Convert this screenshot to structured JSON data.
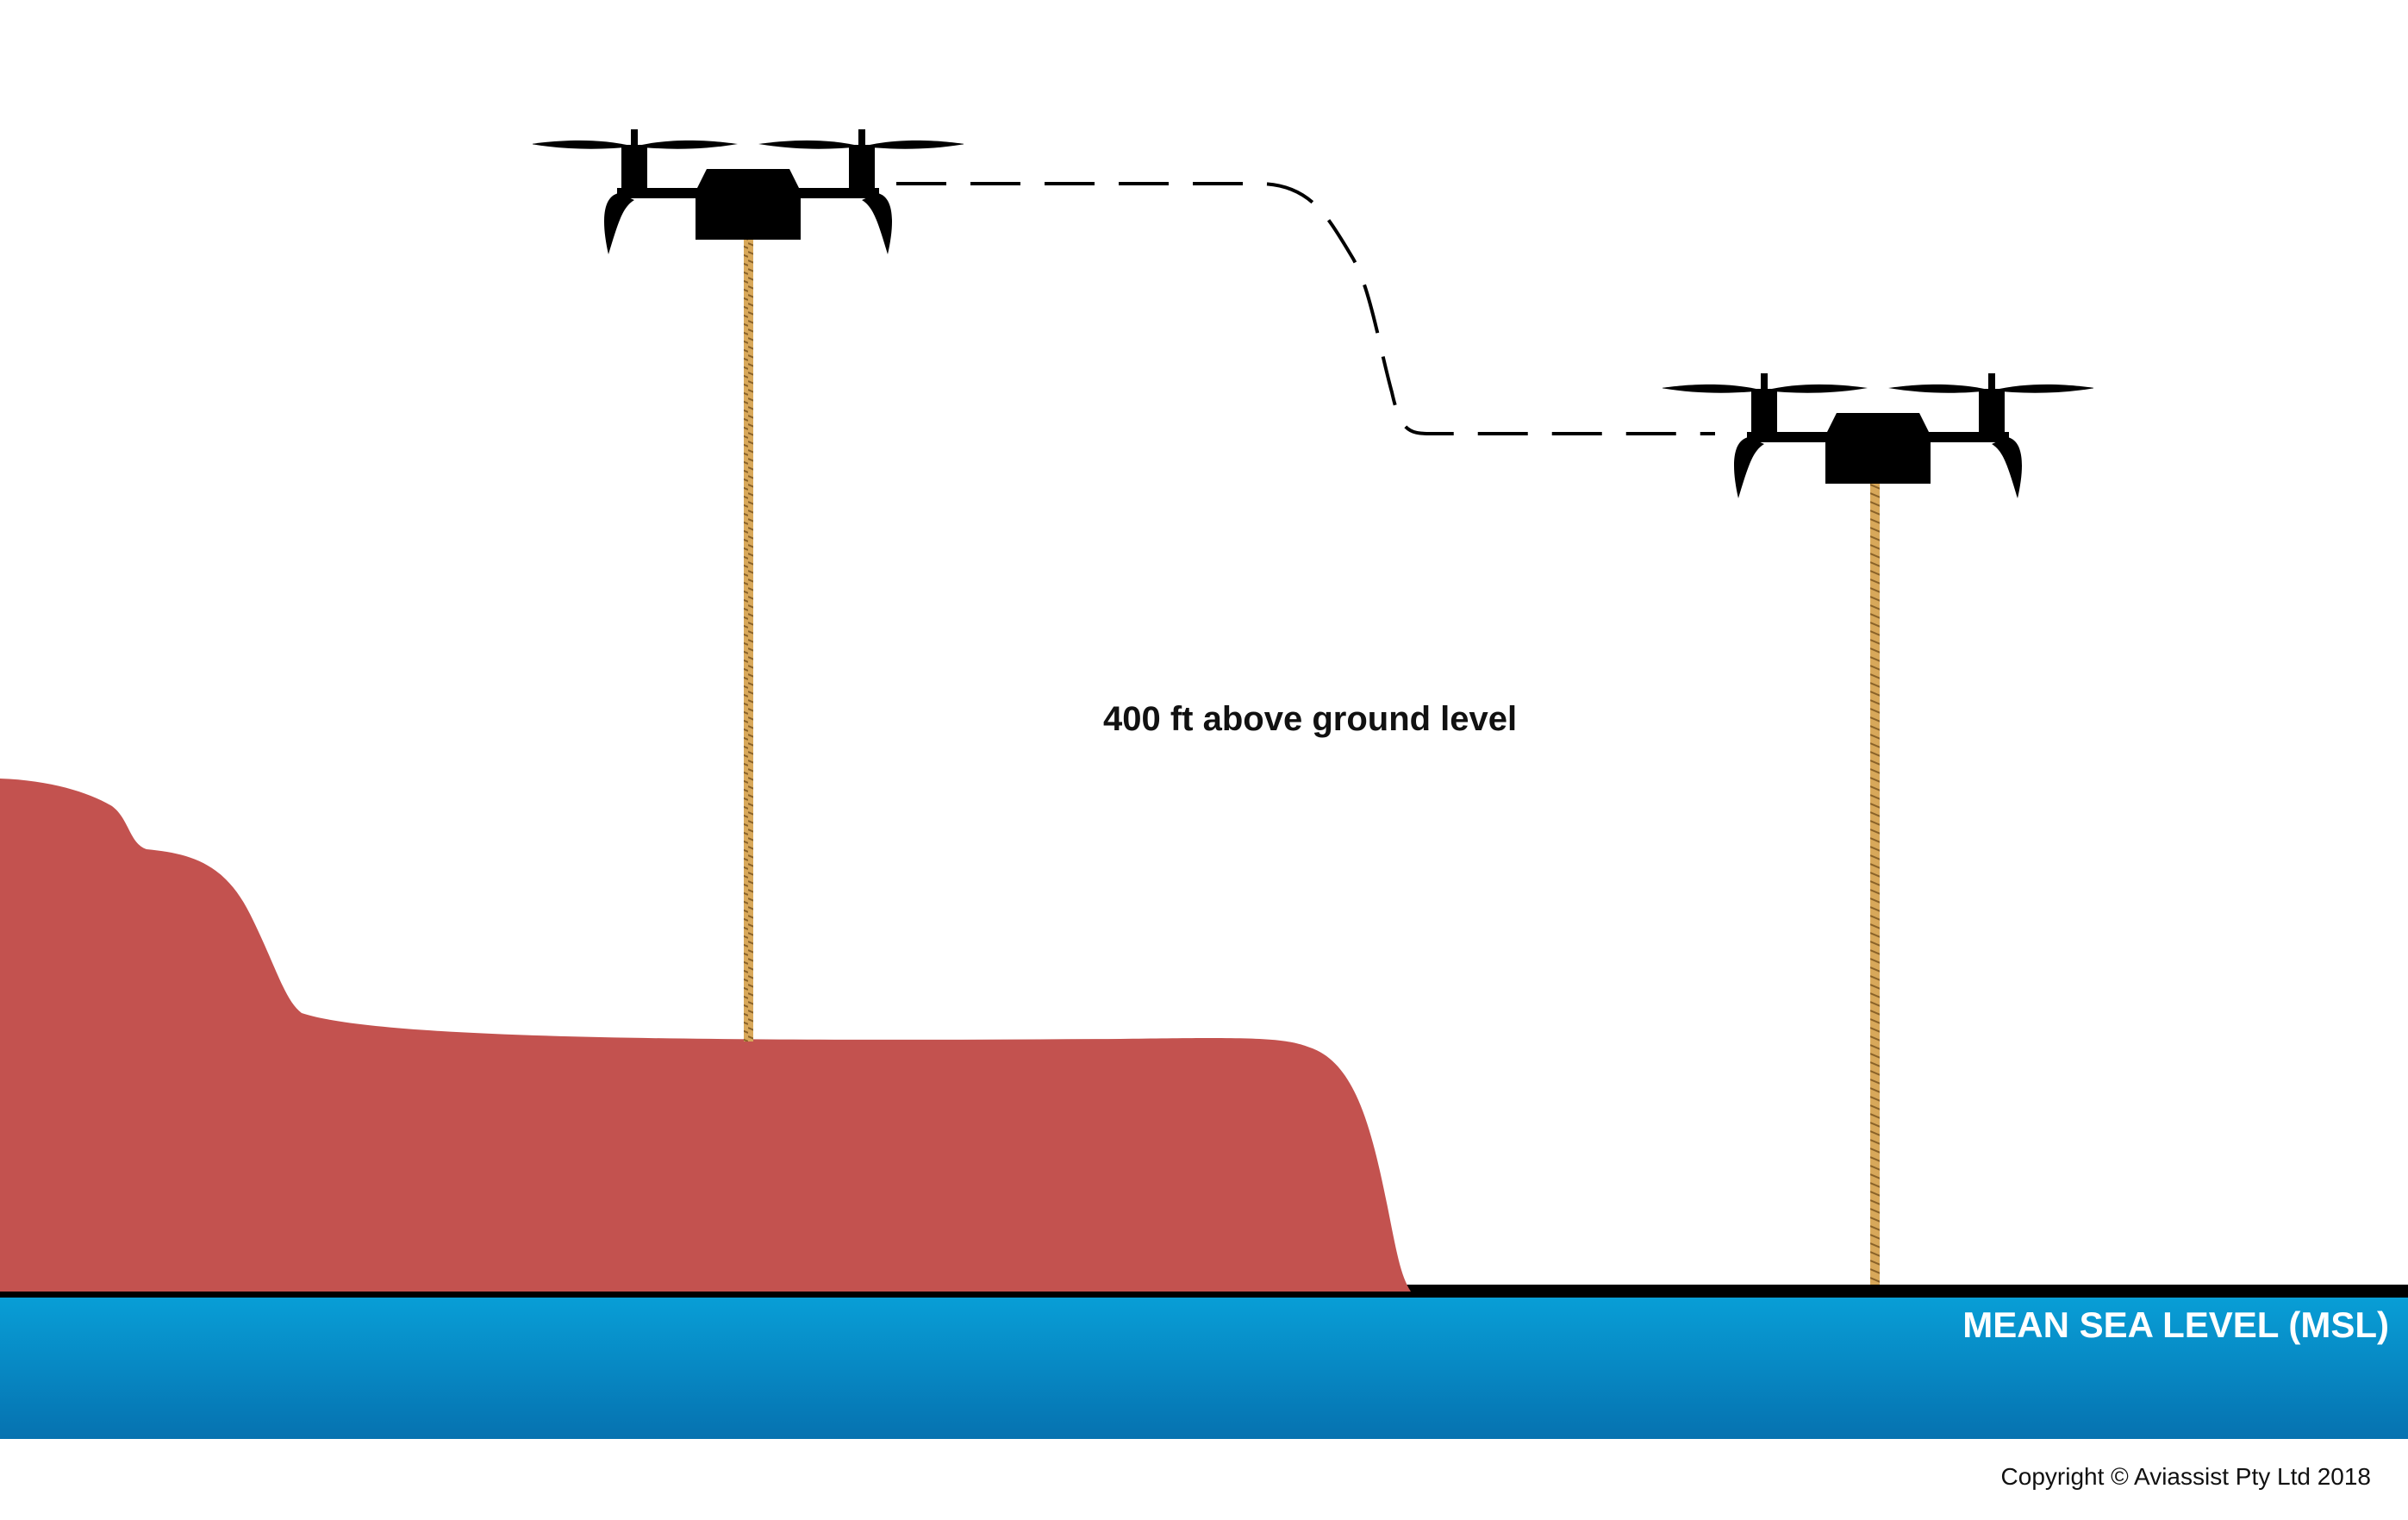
{
  "labels": {
    "agl": "400 ft above ground level",
    "msl": "MEAN SEA LEVEL (MSL)",
    "copyright": "Copyright © Aviassist Pty Ltd 2018"
  },
  "colors": {
    "terrain": "#c3524f",
    "sea_top": "#089ed6",
    "sea_bottom": "#0672b0",
    "sea_line": "#000000",
    "drone": "#000000",
    "tether": "#d8a85a",
    "flight_path": "#000000"
  },
  "icons": {
    "aircraft": "quadcopter-drone-icon"
  }
}
